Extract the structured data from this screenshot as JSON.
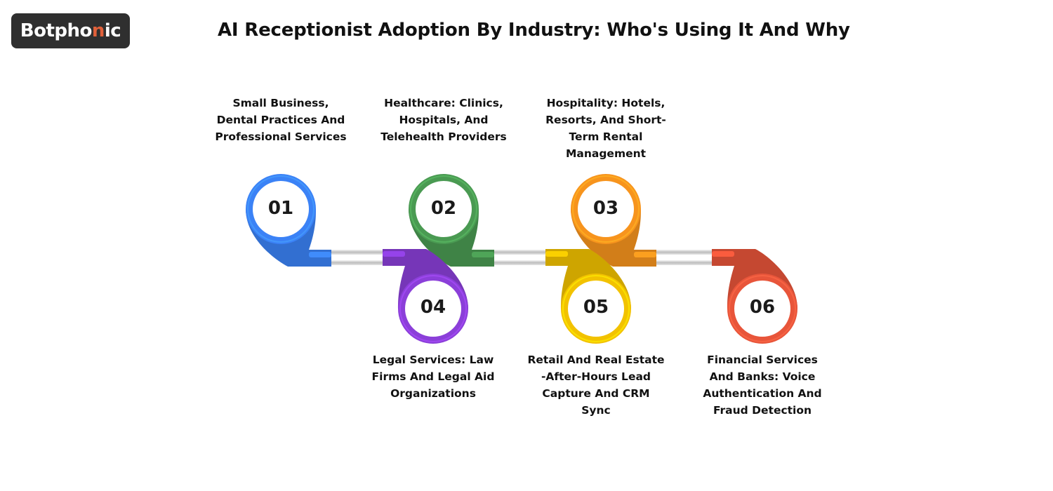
{
  "brand": {
    "logo_prefix": "Botpho",
    "logo_dot": "n",
    "logo_suffix": "ic"
  },
  "title": "AI Receptionist Adoption By Industry: Who's Using It And Why",
  "steps": [
    {
      "number": "01",
      "label": "Small Business, Dental Practices And Professional Services",
      "color": "#3b82f6",
      "position": "top"
    },
    {
      "number": "02",
      "label": "Healthcare: Clinics, Hospitals, And Telehealth Providers",
      "color": "#4a9a52",
      "position": "top"
    },
    {
      "number": "03",
      "label": "Hospitality: Hotels, Resorts, And Short-Term Rental Management",
      "color": "#f7941d",
      "position": "top"
    },
    {
      "number": "04",
      "label": "Legal Services: Law Firms And Legal Aid Organizations",
      "color": "#8b3fd9",
      "position": "bottom"
    },
    {
      "number": "05",
      "label": "Retail And Real Estate -After-Hours Lead Capture And CRM Sync",
      "color": "#f2c200",
      "position": "bottom"
    },
    {
      "number": "06",
      "label": "Financial Services And Banks: Voice Authentication And Fraud Detection",
      "color": "#e8553a",
      "position": "bottom"
    }
  ]
}
